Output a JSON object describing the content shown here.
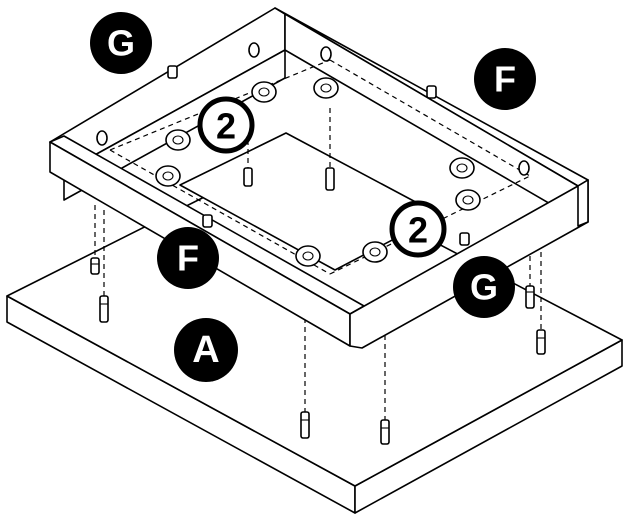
{
  "labels": {
    "panel_a": "A",
    "panel_f_top": "F",
    "panel_f_front": "F",
    "panel_g_left": "G",
    "panel_g_right": "G"
  },
  "steps": {
    "step_left": "2",
    "step_right": "2"
  },
  "colors": {
    "line": "#000000",
    "fill": "#ffffff",
    "label_bg": "#000000",
    "label_text": "#ffffff"
  }
}
